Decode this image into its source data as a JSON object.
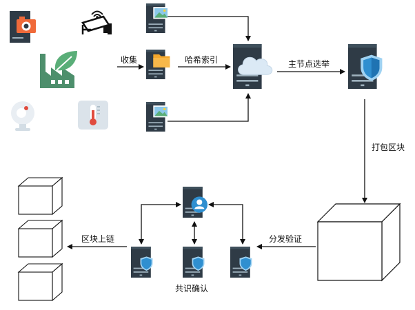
{
  "labels": {
    "collect": "收集",
    "hash_index": "哈希索引",
    "master_select": "主节点选举",
    "pack_block": "打包区块",
    "distribute_verify": "分发验证",
    "consensus": "共识确认",
    "chain": "区块上链"
  },
  "icons": {
    "camera": "camera-icon",
    "cctv": "cctv-camera-icon",
    "factory": "factory-leaf-icon",
    "webcam": "webcam-icon",
    "thermometer": "thermometer-icon",
    "server_image": "server-image-icon",
    "server_folder": "server-folder-icon",
    "cloud_server": "cloud-server-icon",
    "shield_server": "shield-server-icon",
    "user_server": "user-server-icon",
    "block_cube": "block-cube-icon"
  },
  "colors": {
    "server_dark": "#2f3b46",
    "server_light": "#3f505c",
    "server_slot": "#9eb1bd",
    "cloud": "#dbe9f5",
    "shield": "#2f8fd0",
    "shield_light": "#9fd2f2",
    "folder": "#f4a72b",
    "camera": "#f06a3a",
    "factory": "#4d8f6c",
    "leaf": "#5aae78",
    "thermo": "#dbe3ea",
    "thermo_red": "#e04b3e",
    "cube_stroke": "#111111"
  }
}
